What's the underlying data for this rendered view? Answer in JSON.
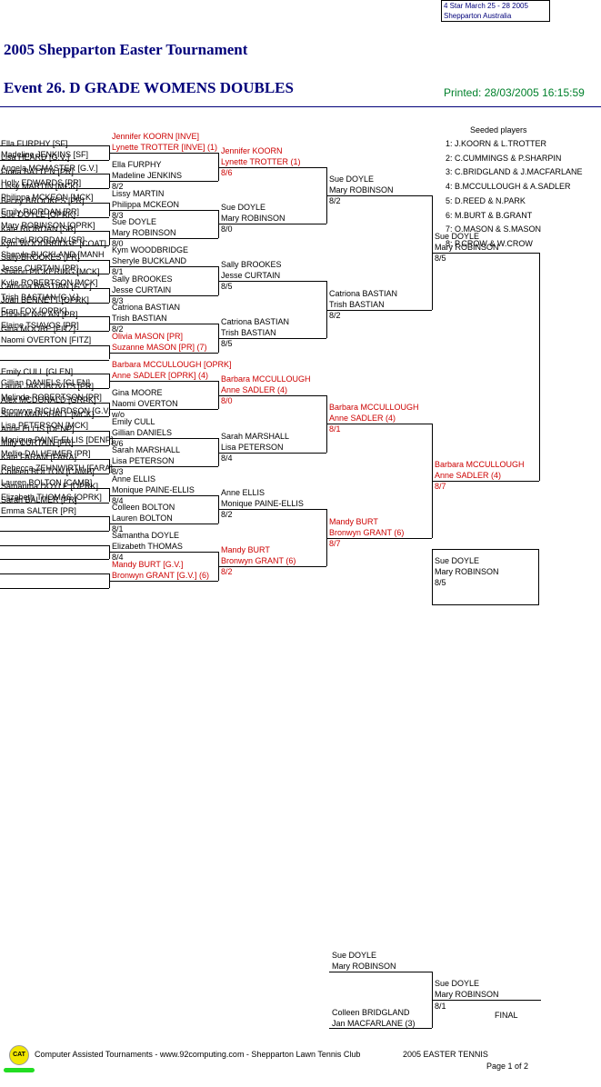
{
  "header": {
    "info_line1": "4 Star   March 25 - 28 2005",
    "info_line2": "Shepparton    Australia",
    "tournament_title": "2005 Shepparton Easter Tournament",
    "event_title": "Event 26. D GRADE WOMENS DOUBLES",
    "printed": "Printed: 28/03/2005 16:15:59"
  },
  "seeds": {
    "heading": "Seeded players",
    "list": [
      "1: J.KOORN & L.TROTTER",
      "2: C.CUMMINGS & P.SHARPIN",
      "3: C.BRIDGLAND & J.MACFARLANE",
      "4: B.MCCULLOUGH & A.SADLER",
      "5: D.REED & N.PARK",
      "6: M.BURT & B.GRANT",
      "7: O.MASON & S.MASON",
      "8: P.CROW & W.CROW"
    ]
  },
  "round1": [
    {
      "p1": "Ella FURPHY [SF]",
      "p2": "Madeline JENKINS [SF]"
    },
    {
      "p1": "Lisa HEARD [G.V.]",
      "p2": "Angela MCMASTER [G.V.]"
    },
    {
      "p1": "Fiona BATTEN [PR]",
      "p2": "Holly EDWARDS [PR]"
    },
    {
      "p1": "Lissy MARTIN [MCK]",
      "p2": "Philippa MCKEON [MCK]"
    },
    {
      "p1": "Beccy BROOKES [PR]",
      "p2": "Emily RIORDAN [PR]"
    },
    {
      "p1": "Sue DOYLE [OPRK]",
      "p2": "Mary ROBINSON [OPRK]"
    },
    {
      "p1": "Kate RIORDAN [SR]",
      "p2": "Rachel RIORDAN [SR]"
    },
    {
      "p1": "Kym WOODBRIDGE [COAT]",
      "p2": "Sheryle BUCKLAND [MANH"
    },
    {
      "p1": "Sally BROOKES [PR]",
      "p2": "Jesse CURTAIN [PR]"
    },
    {
      "p1": "Sharon PICKERING [MCK]",
      "p2": "Kylie ROBERTSON [MCK]"
    },
    {
      "p1": "Catriona BASTIAN [G.V.]",
      "p2": "Trish BASTIAN [G.V.]"
    },
    {
      "p1": "Joan BENNETT [OPRK]",
      "p2": "Fran FOX [OPRK]"
    },
    {
      "p1": "Phoebe NOLAN [PR]",
      "p2": "Elaine TSIAVOS [PR]"
    },
    {
      "p1": "Gina MOORE [FITZ]",
      "p2": "Naomi OVERTON [FITZ]"
    },
    {
      "p1": "Emily CULL [GLEN]",
      "p2": "Gillian DANIELS [GLEN]"
    },
    {
      "p1": "Laura JAKOBOVITS [PR]",
      "p2": "Melinda ROBERTSON [PR]"
    },
    {
      "p1": "Alex MCDONALD [GRPK]",
      "p2": "Bronwyn RICHARDSON [G.V."
    },
    {
      "p1": "Sarah MARSHALL [MCK]",
      "p2": "Lisa PETERSON [MCK]"
    },
    {
      "p1": "Anne ELLIS [DENP]",
      "p2": "Monique PAINE-ELLIS [DENP]"
    },
    {
      "p1": "Milly CURTAIN [PR]",
      "p2": "Mellie DALHEIMER [PR]"
    },
    {
      "p1": "Kate FARAM [FARA]",
      "p2": "Rebecca ZEHNWIRTH [FARA]"
    },
    {
      "p1": "Colleen BOLTON [CAMB]",
      "p2": "Lauren BOLTON [CAMB]"
    },
    {
      "p1": "Samantha DOYLE [OPRK]",
      "p2": "Elizabeth THOMAS [OPRK]"
    },
    {
      "p1": "Sarah BALMER [PR]",
      "p2": "Emma SALTER [PR]"
    }
  ],
  "round2": [
    {
      "p1": "Jennifer KOORN [INVE]",
      "p2": "Lynette TROTTER [INVE] (1)",
      "score": ""
    },
    {
      "p1": "Ella FURPHY",
      "p2": "Madeline JENKINS",
      "score": "8/2"
    },
    {
      "p1": "Lissy MARTIN",
      "p2": "Philippa MCKEON",
      "score": "8/3"
    },
    {
      "p1": "Sue DOYLE",
      "p2": "Mary ROBINSON",
      "score": "8/0"
    },
    {
      "p1": "Kym WOODBRIDGE",
      "p2": "Sheryle BUCKLAND",
      "score": "8/1"
    },
    {
      "p1": "Sally BROOKES",
      "p2": "Jesse CURTAIN",
      "score": "8/3"
    },
    {
      "p1": "Catriona BASTIAN",
      "p2": "Trish BASTIAN",
      "score": "8/2"
    },
    {
      "p1": "Olivia MASON [PR]",
      "p2": "Suzanne MASON [PR] (7)",
      "score": ""
    },
    {
      "p1": "Barbara MCCULLOUGH [OPRK]",
      "p2": "Anne SADLER [OPRK] (4)",
      "score": ""
    },
    {
      "p1": "Gina MOORE",
      "p2": "Naomi OVERTON",
      "score": "w/o"
    },
    {
      "p1": "Emily CULL",
      "p2": "Gillian DANIELS",
      "score": "8/6"
    },
    {
      "p1": "Sarah MARSHALL",
      "p2": "Lisa PETERSON",
      "score": "8/3"
    },
    {
      "p1": "Anne ELLIS",
      "p2": "Monique PAINE-ELLIS",
      "score": "8/4"
    },
    {
      "p1": "Colleen BOLTON",
      "p2": "Lauren BOLTON",
      "score": "8/1"
    },
    {
      "p1": "Samantha DOYLE",
      "p2": "Elizabeth THOMAS",
      "score": "8/4"
    },
    {
      "p1": "Mandy BURT [G.V.]",
      "p2": "Bronwyn GRANT [G.V.] (6)",
      "score": ""
    }
  ],
  "round3": [
    {
      "p1": "Jennifer KOORN",
      "p2": "Lynette TROTTER (1)",
      "score": "8/6"
    },
    {
      "p1": "Sue DOYLE",
      "p2": "Mary ROBINSON",
      "score": "8/0"
    },
    {
      "p1": "Sally BROOKES",
      "p2": "Jesse CURTAIN",
      "score": "8/5"
    },
    {
      "p1": "Catriona BASTIAN",
      "p2": "Trish BASTIAN",
      "score": "8/5"
    },
    {
      "p1": "Barbara MCCULLOUGH",
      "p2": "Anne SADLER (4)",
      "score": "8/0"
    },
    {
      "p1": "Sarah MARSHALL",
      "p2": "Lisa PETERSON",
      "score": "8/4"
    },
    {
      "p1": "Anne ELLIS",
      "p2": "Monique PAINE-ELLIS",
      "score": "8/2"
    },
    {
      "p1": "Mandy BURT",
      "p2": "Bronwyn GRANT (6)",
      "score": "8/2"
    }
  ],
  "round4": [
    {
      "p1": "Sue DOYLE",
      "p2": "Mary ROBINSON",
      "score": "8/2"
    },
    {
      "p1": "Catriona BASTIAN",
      "p2": "Trish BASTIAN",
      "score": "8/2"
    },
    {
      "p1": "Barbara MCCULLOUGH",
      "p2": "Anne SADLER (4)",
      "score": "8/1"
    },
    {
      "p1": "Mandy BURT",
      "p2": "Bronwyn GRANT (6)",
      "score": "8/7"
    }
  ],
  "round5": [
    {
      "p1": "Sue DOYLE",
      "p2": "Mary ROBINSON",
      "score": "8/5"
    },
    {
      "p1": "Barbara MCCULLOUGH",
      "p2": "Anne SADLER (4)",
      "score": "8/7"
    }
  ],
  "semi_box": {
    "p1": "Sue DOYLE",
    "p2": "Mary ROBINSON",
    "score": "8/5"
  },
  "final": {
    "top_p1": "Sue DOYLE",
    "top_p2": "Mary ROBINSON",
    "bottom_p1": "Colleen BRIDGLAND",
    "bottom_p2": "Jan MACFARLANE (3)",
    "winner_p1": "Sue DOYLE",
    "winner_p2": "Mary ROBINSON",
    "winner_score": "8/1",
    "label": "FINAL"
  },
  "footer": {
    "logo_text": "CAT",
    "text": "Computer Assisted Tournaments - www.92computing.com -  Shepparton Lawn Tennis Club",
    "event": "2005 EASTER TENNIS",
    "page": "Page 1 of 2"
  }
}
